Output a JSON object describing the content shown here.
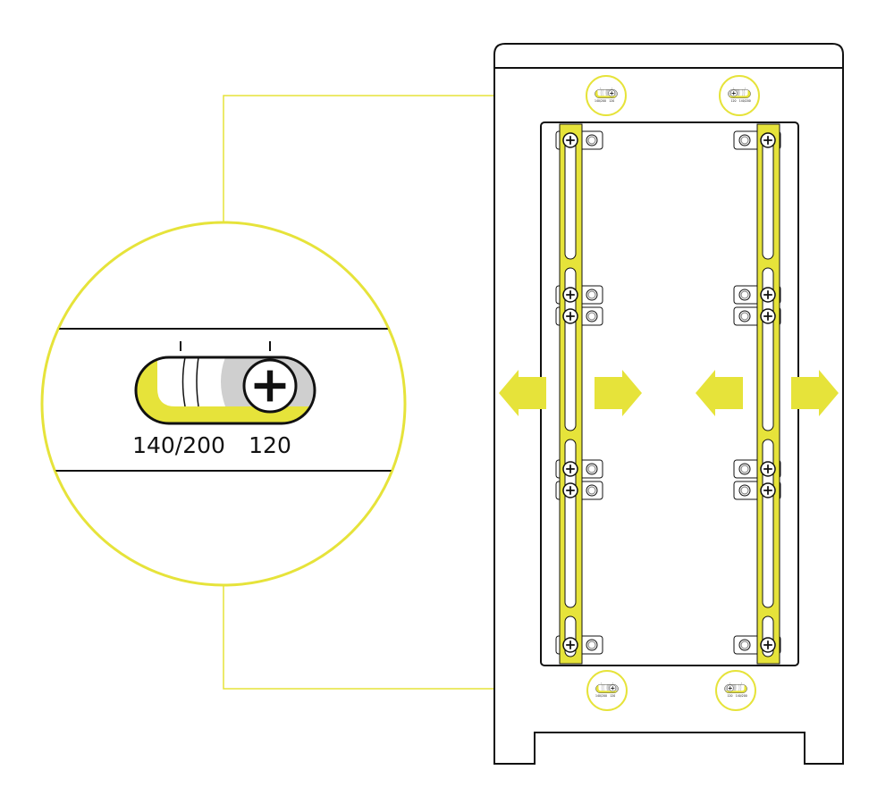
{
  "colors": {
    "accent": "#e6e33a",
    "line": "#111111",
    "gray": "#cfcfcf"
  },
  "zoom_callout": {
    "left_label": "140/200",
    "right_label": "120",
    "screw_position": "120"
  },
  "mini_sliders": [
    {
      "id": "top-left",
      "left_label": "140/200",
      "right_label": "120",
      "screw_side": "right"
    },
    {
      "id": "top-right",
      "left_label": "120",
      "right_label": "140/200",
      "screw_side": "left"
    },
    {
      "id": "bottom-left",
      "left_label": "140/200",
      "right_label": "120",
      "screw_side": "right"
    },
    {
      "id": "bottom-right",
      "left_label": "120",
      "right_label": "140/200",
      "screw_side": "left"
    }
  ],
  "arrows": [
    {
      "direction": "left"
    },
    {
      "direction": "right"
    },
    {
      "direction": "left"
    },
    {
      "direction": "right"
    }
  ]
}
